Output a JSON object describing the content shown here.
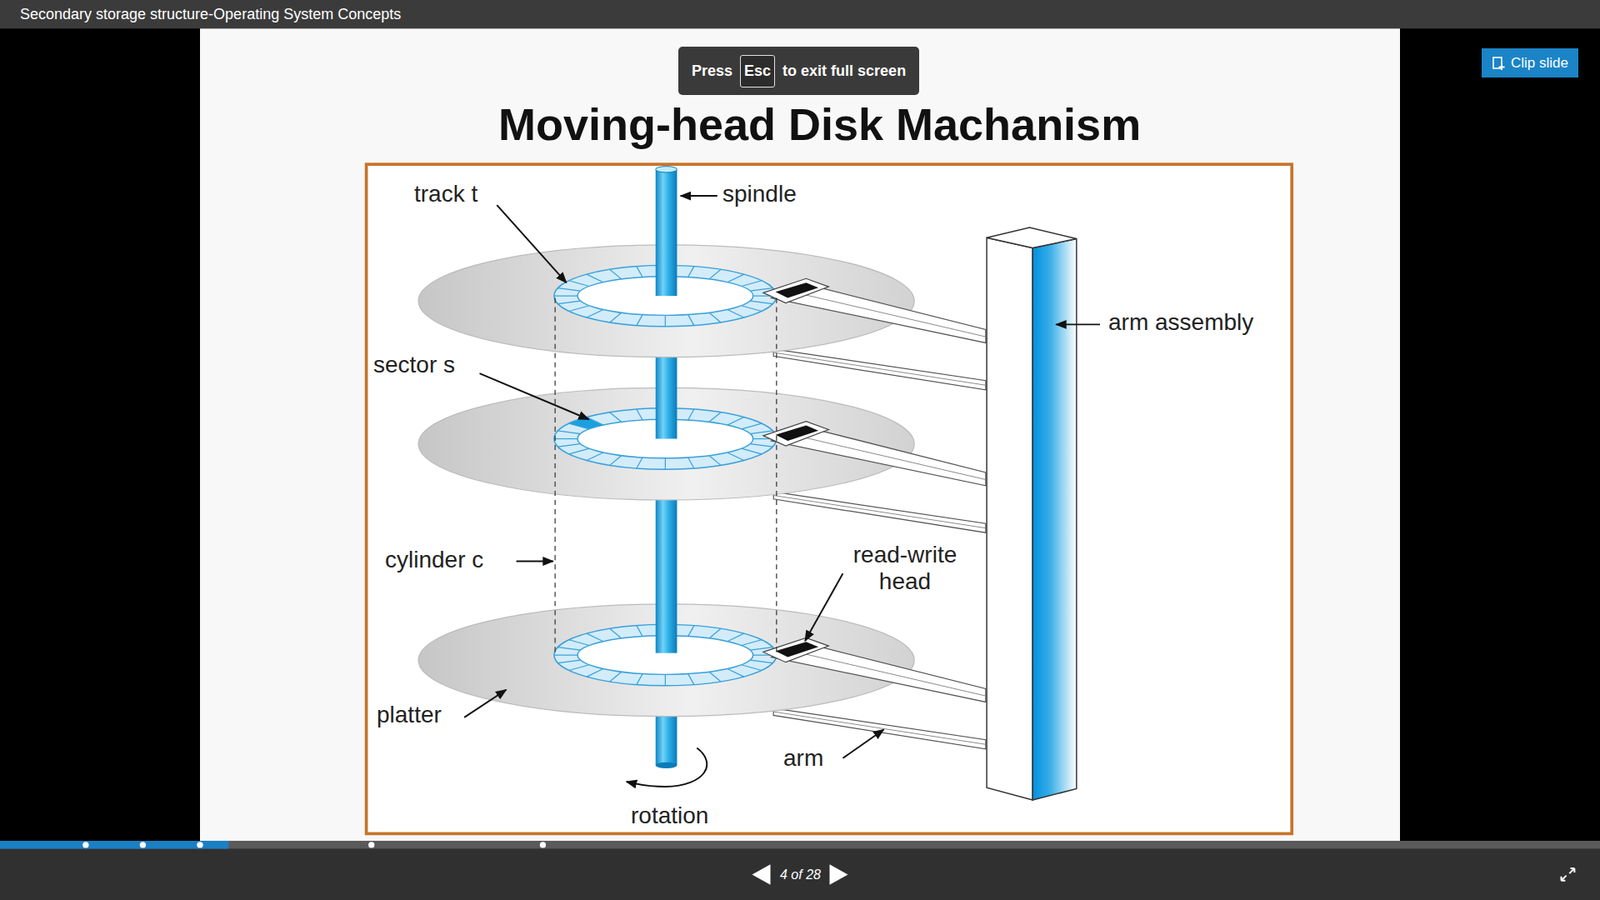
{
  "diagram": {
    "title": "Moving-head Disk Machanism",
    "nodes": [
      {
        "text": [
          "Press",
          "to exit full screen"
        ]
      },
      {
        "text": [
          "Esc"
        ],
        "in": 0
      },
      {
        "text": [
          "Clip slide"
        ]
      }
    ],
    "labels": [
      "Secondary storage structure-Operating System Concepts",
      "track t",
      "spindle",
      "arm assembly",
      "sector s",
      "cylinder c",
      "read-write head",
      "platter",
      "arm",
      "rotation",
      "4 of 28"
    ]
  }
}
